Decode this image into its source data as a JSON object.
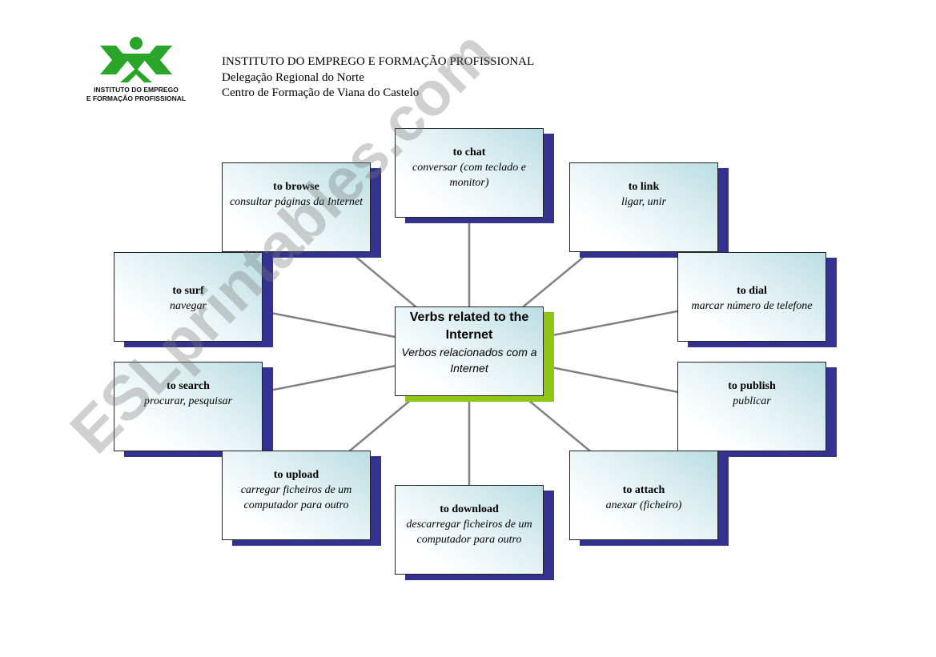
{
  "header": {
    "logo_text_1": "INSTITUTO DO EMPREGO",
    "logo_text_2": "E FORMAÇÃO PROFISSIONAL",
    "line1": "INSTITUTO DO EMPREGO E FORMAÇÃO PROFISSIONAL",
    "line2": "Delegação Regional do Norte",
    "line3": "Centro de Formação de Viana do Castelo"
  },
  "center": {
    "title": "Verbs related to the Internet",
    "subtitle": "Verbos relacionados com a Internet"
  },
  "verbs": [
    {
      "verb": "to chat",
      "meaning": "conversar (com teclado e monitor)"
    },
    {
      "verb": "to browse",
      "meaning": "consultar páginas da Internet"
    },
    {
      "verb": "to link",
      "meaning": "ligar, unir"
    },
    {
      "verb": "to surf",
      "meaning": "navegar"
    },
    {
      "verb": "to dial",
      "meaning": "marcar número de telefone"
    },
    {
      "verb": "to search",
      "meaning": "procurar, pesquisar"
    },
    {
      "verb": "to publish",
      "meaning": "publicar"
    },
    {
      "verb": "to upload",
      "meaning": "carregar ficheiros de um computador para outro"
    },
    {
      "verb": "to attach",
      "meaning": "anexar (ficheiro)"
    },
    {
      "verb": "to download",
      "meaning": "descarregar ficheiros de um computador para outro"
    }
  ],
  "colors": {
    "logo_green": "#2aa52a",
    "shadow_navy": "#33338f",
    "center_shadow": "#8fc716"
  },
  "watermark": "ESLprintables.com"
}
